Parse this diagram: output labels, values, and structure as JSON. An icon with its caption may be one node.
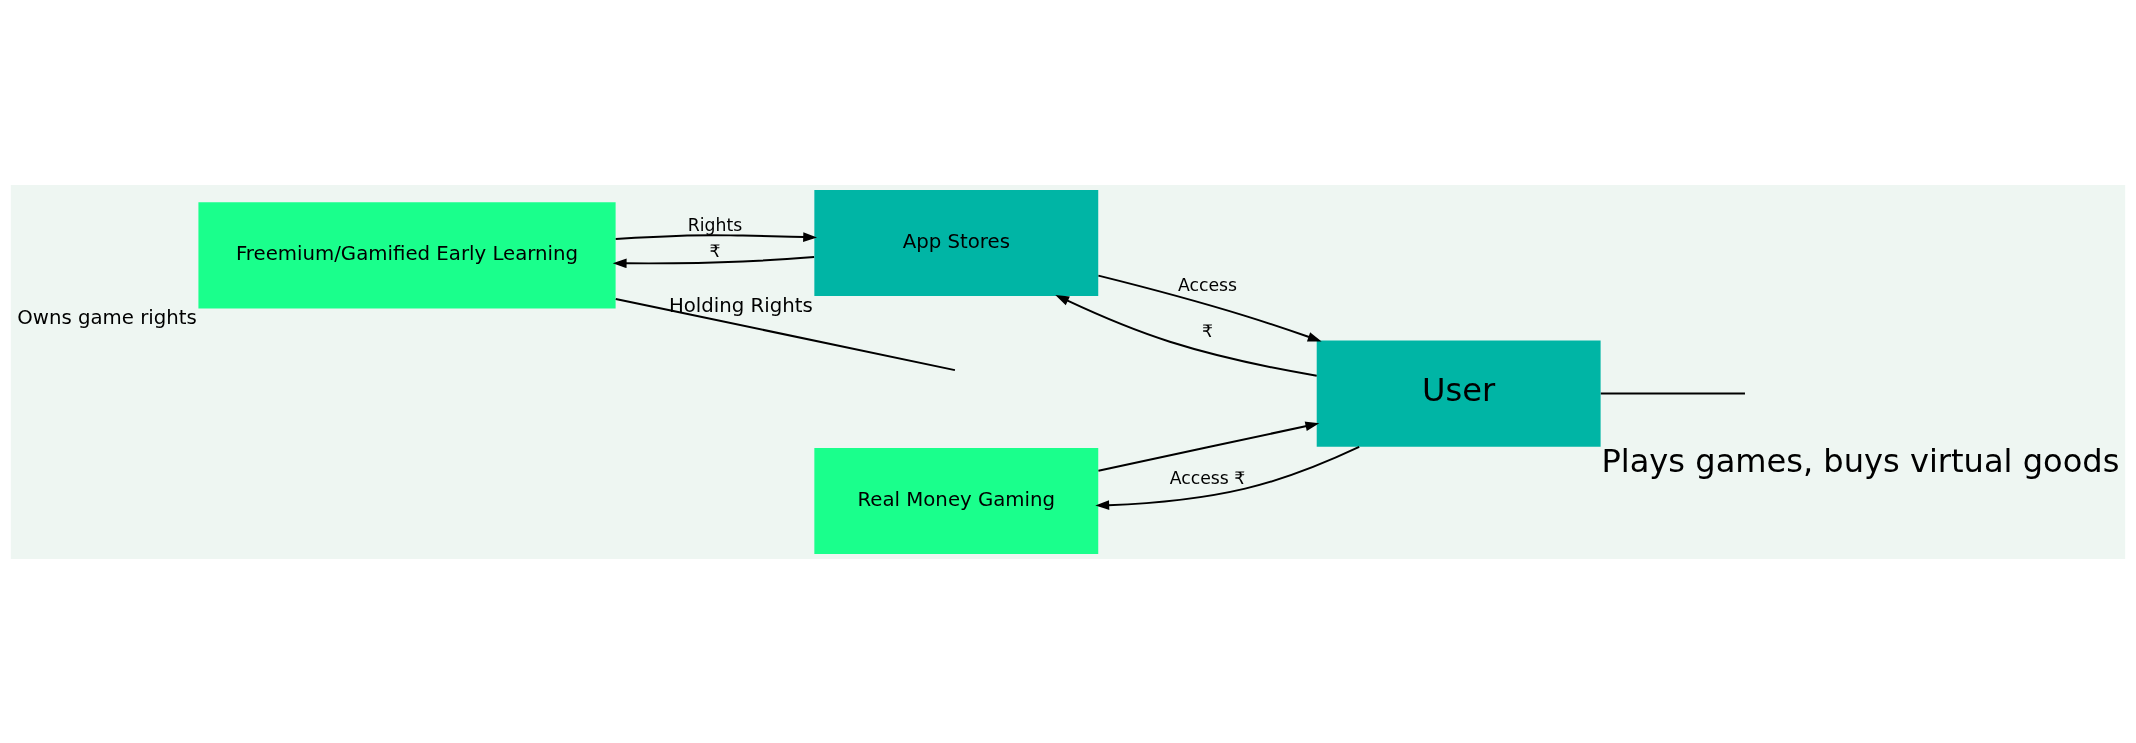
{
  "diagram": {
    "nodes": [
      {
        "text": [
          "Freemium/Gamified Early Learning"
        ],
        "beside": [
          "Owns game rights"
        ]
      },
      {
        "text": [
          "App Stores"
        ],
        "beside": [
          "Holding Rights"
        ]
      },
      {
        "text": [
          "User"
        ],
        "beside": [
          "Plays games, buys virtual goods"
        ]
      },
      {
        "text": [
          "Real Money Gaming"
        ]
      }
    ],
    "edges": [
      {
        "from": 0,
        "to": 1,
        "arrow": "to",
        "label": "Rights"
      },
      {
        "from": 1,
        "to": 0,
        "arrow": "to",
        "label": "₹"
      },
      {
        "from": 1,
        "to": 2,
        "arrow": "to",
        "label": "Access"
      },
      {
        "from": 2,
        "to": 1,
        "arrow": "to",
        "label": "₹"
      },
      {
        "from": 3,
        "to": 2,
        "arrow": "to"
      },
      {
        "from": 2,
        "to": 3,
        "arrow": "to",
        "label": "Access ₹"
      },
      {
        "from": 0,
        "to": null,
        "arrow": "none"
      },
      {
        "from": 2,
        "to": null,
        "arrow": "none"
      }
    ]
  }
}
